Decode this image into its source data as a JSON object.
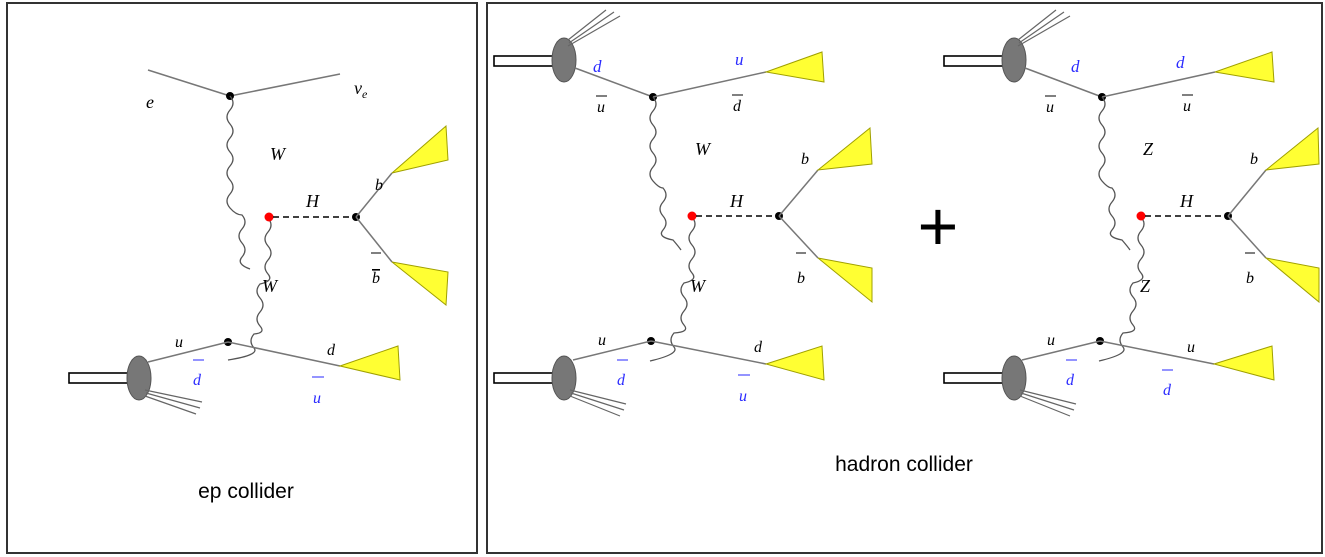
{
  "panels": [
    {
      "id": "ep",
      "caption": "ep collider",
      "labels": {
        "e": "e",
        "nu": "ν",
        "nu_sub": "e",
        "boson_top": "W",
        "higgs": "H",
        "boson_bottom": "W",
        "b": "b",
        "bbar": "b",
        "q_in": "u",
        "qbar_in": "d",
        "q_out": "d",
        "qbar_out": "u"
      }
    },
    {
      "id": "hadron",
      "caption": "hadron collider",
      "diagrams": [
        {
          "id": "WW",
          "labels": {
            "q_in_top": "d",
            "qbar_in_top": "u",
            "q_out_top": "u",
            "qbar_out_top": "d",
            "boson_top": "W",
            "higgs": "H",
            "boson_bottom": "W",
            "b": "b",
            "bbar": "b",
            "q_in_bot": "u",
            "qbar_in_bot": "d",
            "q_out_bot": "d",
            "qbar_out_bot": "u"
          }
        },
        {
          "id": "ZZ",
          "labels": {
            "q_in_top": "d",
            "qbar_in_top": "u",
            "q_out_top": "d",
            "qbar_out_top": "u",
            "boson_top": "Z",
            "higgs": "H",
            "boson_bottom": "Z",
            "b": "b",
            "bbar": "b",
            "q_in_bot": "u",
            "qbar_in_bot": "d",
            "q_out_bot": "u",
            "qbar_out_bot": "d"
          }
        }
      ],
      "plus": "+"
    }
  ],
  "colors": {
    "higgs_vertex": "#ff0000",
    "jet_fill": "#ffff33",
    "antiquark_label": "#2a2aff"
  }
}
